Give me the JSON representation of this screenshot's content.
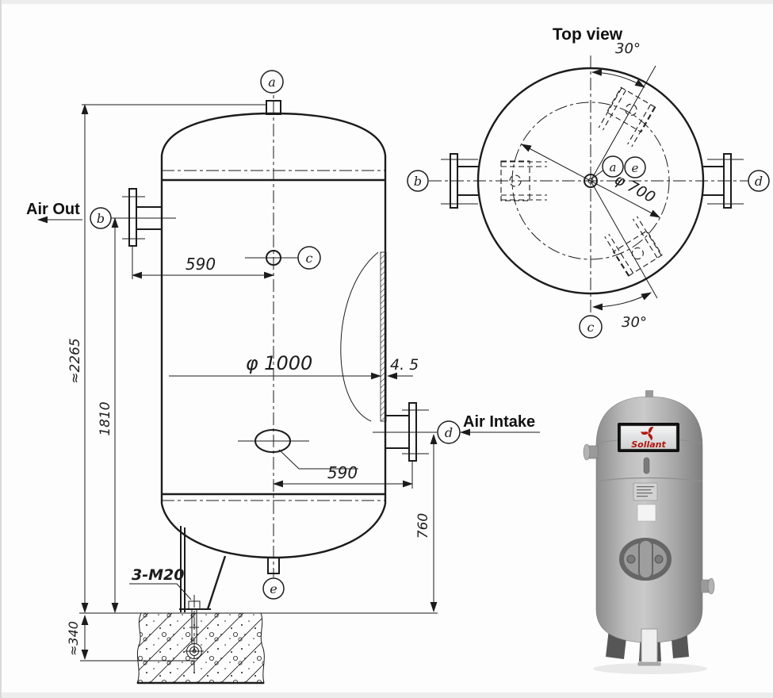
{
  "front_view": {
    "labels": {
      "air_out": "Air Out",
      "air_intake": "Air Intake",
      "anchor": "3-M20"
    },
    "dims": {
      "height_total": "≈2265",
      "height_outlet": "1810",
      "offset_top": "590",
      "diameter": "φ 1000",
      "thickness": "4. 5",
      "offset_bottom": "590",
      "height_intake": "760",
      "depth_foundation": "≈340"
    },
    "ports": {
      "a": "a",
      "b": "b",
      "c": "c",
      "d": "d",
      "e": "e"
    }
  },
  "top_view": {
    "title": "Top view",
    "angle_top": "30°",
    "angle_bottom": "30°",
    "bolt_circle": "φ 700"
  },
  "photo": {
    "brand": "Sollant"
  },
  "colors": {
    "line": "#1c1c1c",
    "accent_red": "#b5170f",
    "tank_gray": "#b0b0b0",
    "edge_strip": "#ededed"
  }
}
